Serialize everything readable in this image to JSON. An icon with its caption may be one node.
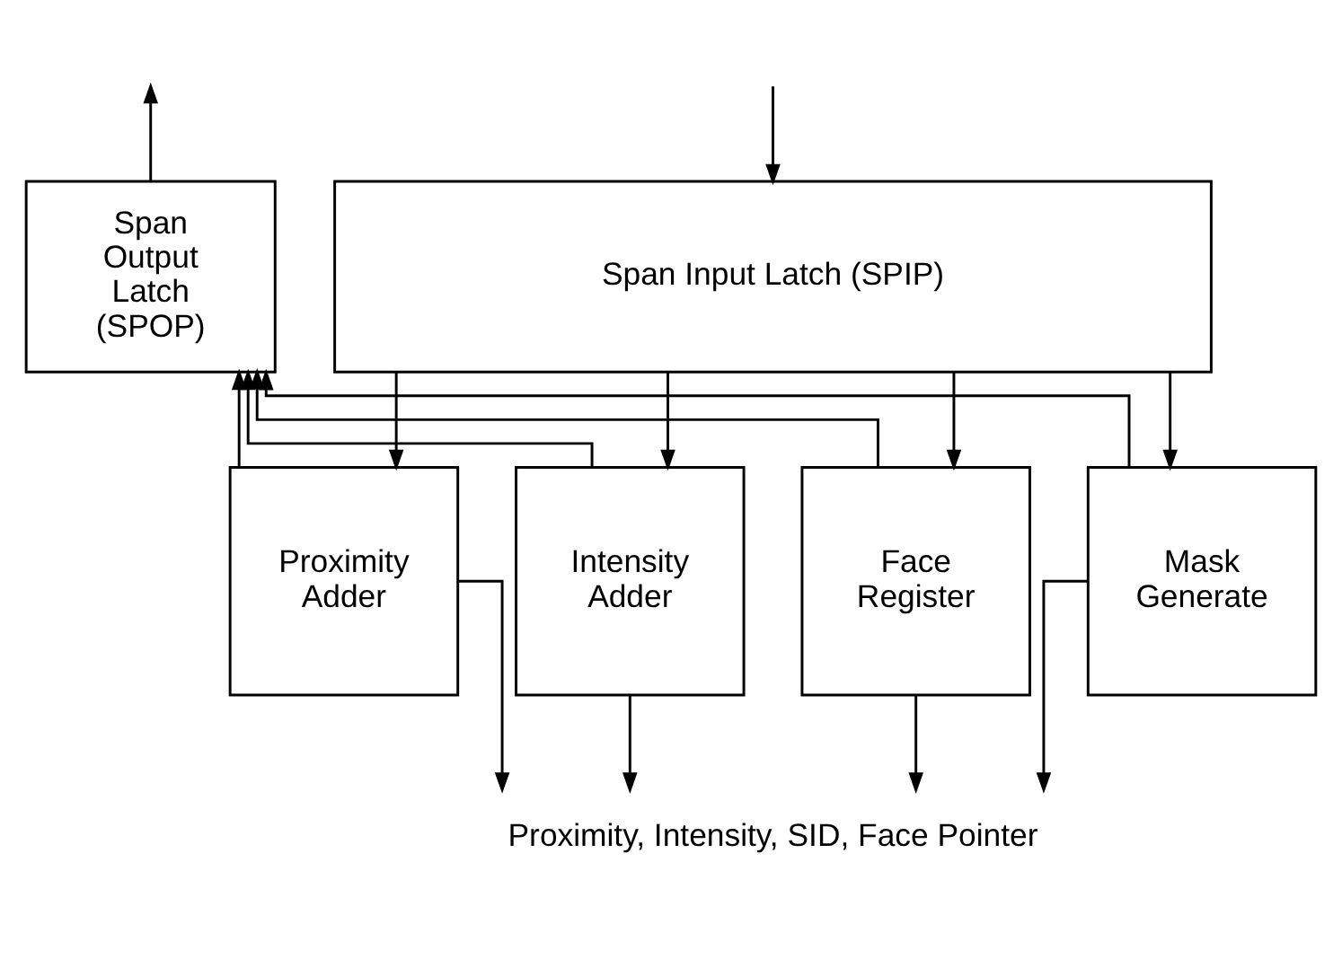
{
  "diagram": {
    "nodes": [
      {
        "text": [
          "Span Input Latch (SPIP)"
        ]
      },
      {
        "text": [
          "Span Output Latch (SPOP)"
        ]
      },
      {
        "text": [
          "Proximity Adder"
        ]
      },
      {
        "text": [
          "Intensity Adder"
        ]
      },
      {
        "text": [
          "Face Register"
        ]
      },
      {
        "text": [
          "Mask Generate"
        ]
      },
      {
        "text": [
          "Proximity, Intensity, SID, Face Pointer"
        ]
      }
    ],
    "edges": [
      {
        "from": null,
        "to": 0,
        "arrow": "to"
      },
      {
        "from": 1,
        "to": null,
        "arrow": "to"
      },
      {
        "from": 0,
        "to": 2,
        "arrow": "to"
      },
      {
        "from": 0,
        "to": 3,
        "arrow": "to"
      },
      {
        "from": 0,
        "to": 4,
        "arrow": "to"
      },
      {
        "from": 0,
        "to": 5,
        "arrow": "to"
      },
      {
        "from": 2,
        "to": 6,
        "arrow": "to"
      },
      {
        "from": 3,
        "to": 6,
        "arrow": "to"
      },
      {
        "from": 4,
        "to": 6,
        "arrow": "to"
      },
      {
        "from": 5,
        "to": 6,
        "arrow": "to"
      },
      {
        "from": 2,
        "to": 1,
        "arrow": "to"
      },
      {
        "from": 3,
        "to": 1,
        "arrow": "to"
      },
      {
        "from": 4,
        "to": 1,
        "arrow": "to"
      },
      {
        "from": 5,
        "to": 1,
        "arrow": "to"
      }
    ]
  }
}
